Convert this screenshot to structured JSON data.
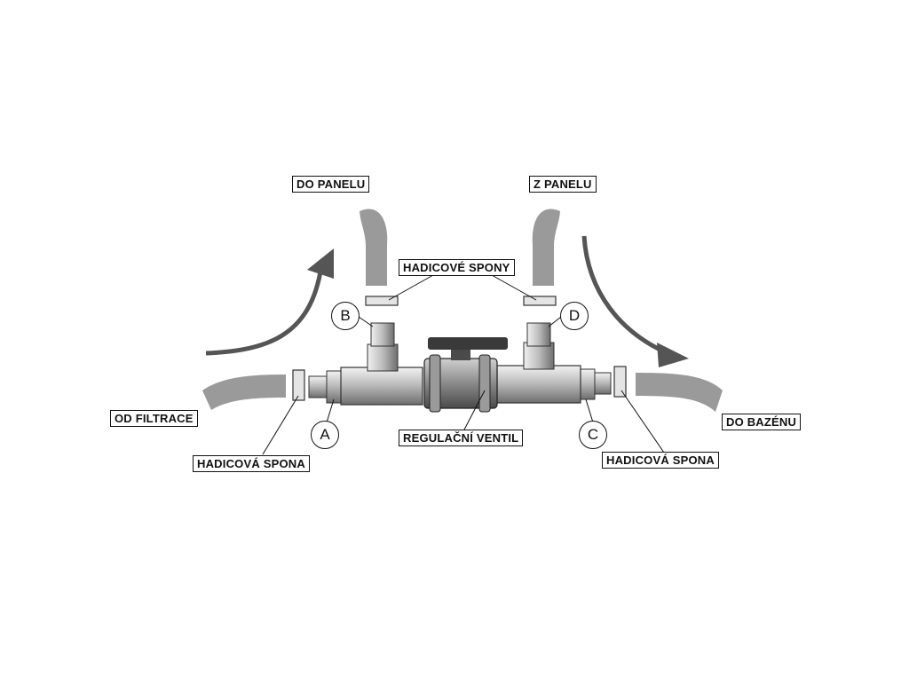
{
  "labels": {
    "do_panelu": "DO PANELU",
    "z_panelu": "Z PANELU",
    "hadicove_spony": "HADICOVÉ SPONY",
    "od_filtrace": "OD FILTRACE",
    "do_bazenu": "DO BAZÉNU",
    "hadicova_spona_left": "HADICOVÁ SPONA",
    "hadicova_spona_right": "HADICOVÁ SPONA",
    "regulacni_ventil": "REGULAČNÍ VENTIL"
  },
  "markers": {
    "a": "A",
    "b": "B",
    "c": "C",
    "d": "D"
  },
  "colors": {
    "hose": "#9a9a9a",
    "pipe_light": "#d8d8d8",
    "pipe_dark": "#7a7a7a",
    "arrow": "#555555",
    "outline": "#111111"
  }
}
